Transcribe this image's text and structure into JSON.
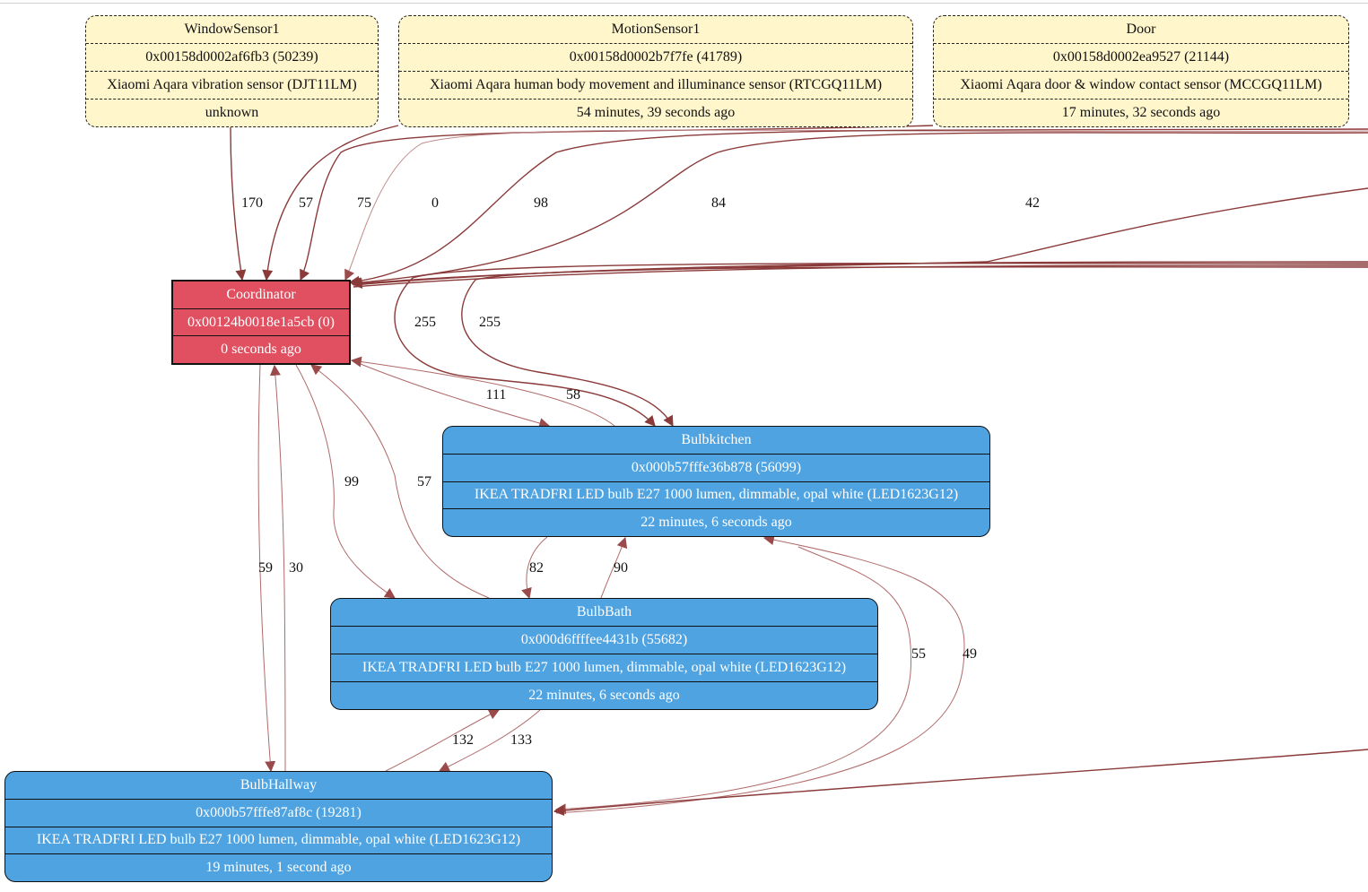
{
  "colors": {
    "sensor_fill": "#fff6cc",
    "coordinator_fill": "#e05060",
    "router_fill": "#4ea3e0",
    "edge_strong": "#8b3a3a",
    "edge_weak": "#b06a6a"
  },
  "nodes": {
    "window_sensor": {
      "name": "WindowSensor1",
      "address": "0x00158d0002af6fb3 (50239)",
      "model": "Xiaomi Aqara vibration sensor (DJT11LM)",
      "last_seen": "unknown"
    },
    "motion_sensor": {
      "name": "MotionSensor1",
      "address": "0x00158d0002b7f7fe (41789)",
      "model": "Xiaomi Aqara human body movement and illuminance sensor (RTCGQ11LM)",
      "last_seen": "54 minutes, 39 seconds ago"
    },
    "door": {
      "name": "Door",
      "address": "0x00158d0002ea9527 (21144)",
      "model": "Xiaomi Aqara door & window contact sensor (MCCGQ11LM)",
      "last_seen": "17 minutes, 32 seconds ago"
    },
    "coordinator": {
      "name": "Coordinator",
      "address": "0x00124b0018e1a5cb (0)",
      "last_seen": "0 seconds ago"
    },
    "bulb_kitchen": {
      "name": "Bulbkitchen",
      "address": "0x000b57fffe36b878 (56099)",
      "model": "IKEA TRADFRI LED bulb E27 1000 lumen, dimmable, opal white (LED1623G12)",
      "last_seen": "22 minutes, 6 seconds ago"
    },
    "bulb_bath": {
      "name": "BulbBath",
      "address": "0x000d6ffffee4431b (55682)",
      "model": "IKEA TRADFRI LED bulb E27 1000 lumen, dimmable, opal white (LED1623G12)",
      "last_seen": "22 minutes, 6 seconds ago"
    },
    "bulb_hallway": {
      "name": "BulbHallway",
      "address": "0x000b57fffe87af8c (19281)",
      "model": "IKEA TRADFRI LED bulb E27 1000 lumen, dimmable, opal white (LED1623G12)",
      "last_seen": "19 minutes, 1 second ago"
    }
  },
  "edge_labels": {
    "window_to_coord": "170",
    "motion_to_coord": "57",
    "door_to_coord": "75",
    "e_0": "0",
    "e_98": "98",
    "e_84": "84",
    "e_42": "42",
    "kitchen_255_a": "255",
    "kitchen_255_b": "255",
    "coord_kitchen_111": "111",
    "kitchen_coord_58": "58",
    "coord_bath_99": "99",
    "bath_coord_57": "57",
    "coord_hallway_59": "59",
    "hallway_coord_30": "30",
    "kitchen_bath_82": "82",
    "bath_kitchen_90": "90",
    "kitchen_hallway_55": "55",
    "hallway_kitchen_49": "49",
    "hallway_bath_132": "132",
    "bath_hallway_133": "133"
  }
}
